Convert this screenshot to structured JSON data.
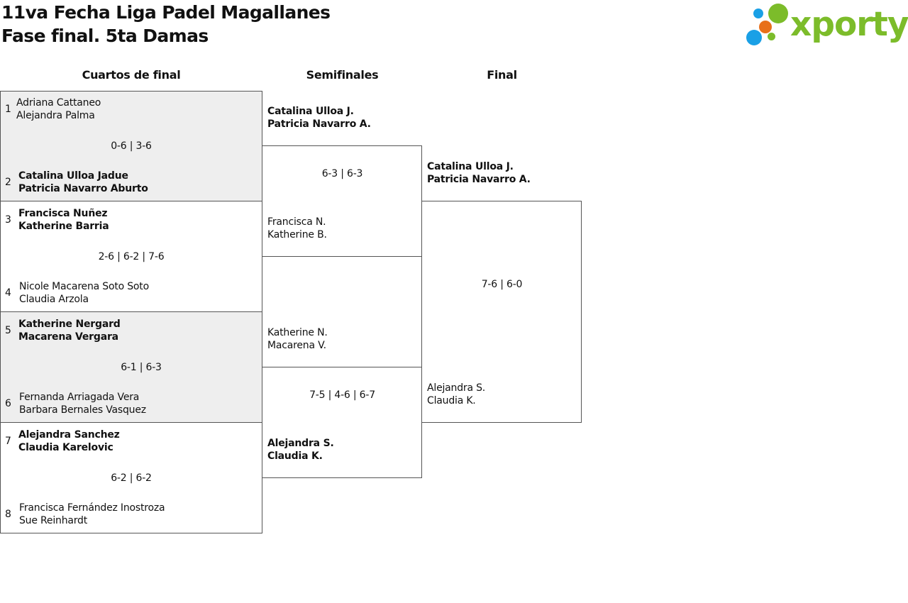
{
  "header": {
    "title_line1": "11va Fecha Liga Padel Magallanes",
    "title_line2": "Fase final. 5ta Damas",
    "logo_text": "xporty",
    "logo_colors": {
      "blue": "#1aa0e6",
      "orange": "#e8701a",
      "green": "#7cbc2a"
    }
  },
  "rounds": {
    "quarterfinals": "Cuartos de final",
    "semifinals": "Semifinales",
    "final": "Final"
  },
  "quarterfinals": [
    {
      "score": "0-6 | 3-6",
      "top": {
        "seed": "1",
        "player1": "Adriana Cattaneo",
        "player2": "Alejandra Palma"
      },
      "bottom": {
        "seed": "2",
        "player1": "Catalina Ulloa Jadue",
        "player2": "Patricia Navarro Aburto"
      }
    },
    {
      "score": "2-6 | 6-2 | 7-6",
      "top": {
        "seed": "3",
        "player1": "Francisca Nuñez",
        "player2": "Katherine Barria"
      },
      "bottom": {
        "seed": "4",
        "player1": "Nicole Macarena Soto Soto",
        "player2": "Claudia Arzola"
      }
    },
    {
      "score": "6-1 | 6-3",
      "top": {
        "seed": "5",
        "player1": "Katherine Nergard",
        "player2": "Macarena Vergara"
      },
      "bottom": {
        "seed": "6",
        "player1": "Fernanda Arriagada Vera",
        "player2": "Barbara Bernales Vasquez"
      }
    },
    {
      "score": "6-2 | 6-2",
      "top": {
        "seed": "7",
        "player1": "Alejandra Sanchez",
        "player2": "Claudia Karelovic"
      },
      "bottom": {
        "seed": "8",
        "player1": "Francisca Fernández Inostroza",
        "player2": "Sue Reinhardt"
      }
    }
  ],
  "semifinals": [
    {
      "score": "6-3 | 6-3",
      "top": {
        "player1": "Catalina Ulloa J.",
        "player2": "Patricia Navarro A."
      },
      "bottom": {
        "player1": "Francisca N.",
        "player2": "Katherine B."
      }
    },
    {
      "score": "7-5 | 4-6 | 6-7",
      "top": {
        "player1": "Katherine N.",
        "player2": "Macarena V."
      },
      "bottom": {
        "player1": "Alejandra S.",
        "player2": "Claudia K."
      }
    }
  ],
  "final": {
    "score": "7-6 | 6-0",
    "top": {
      "player1": "Catalina Ulloa J.",
      "player2": "Patricia Navarro A."
    },
    "bottom": {
      "player1": "Alejandra S.",
      "player2": "Claudia K."
    }
  }
}
